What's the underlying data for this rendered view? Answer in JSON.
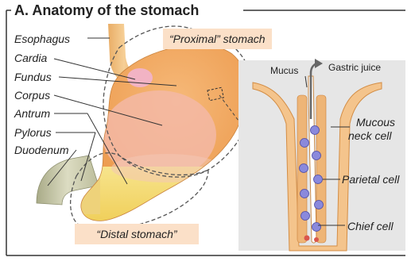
{
  "figure": {
    "title": "A. Anatomy of the stomach",
    "labels": {
      "esophagus": "Esophagus",
      "cardia": "Cardia",
      "fundus": "Fundus",
      "corpus": "Corpus",
      "antrum": "Antrum",
      "pylorus": "Pylorus",
      "duodenum": "Duodenum"
    },
    "regions": {
      "proximal": "“Proximal” stomach",
      "distal": "“Distal stomach”"
    },
    "gland": {
      "mucus": "Mucus",
      "gastric_juice": "Gastric juice",
      "mucous_neck_cell": [
        "Mucous",
        "neck cell"
      ],
      "parietal_cell": "Parietal cell",
      "chief_cell": "Chief cell"
    },
    "colors": {
      "frame": "#333333",
      "proximal_tag_bg": "#fbe0c8",
      "distal_tag_bg": "#fbe0c8",
      "fundus": "#f0a35a",
      "corpus": "#f3b9a6",
      "antrum": "#f5dd78",
      "esophagus": "#f2c07e",
      "duodenum": "#cfd0b4",
      "gland_panel": "#e6e6e6",
      "parietal": "#7d7bd6",
      "chief": "#d9564d"
    }
  }
}
